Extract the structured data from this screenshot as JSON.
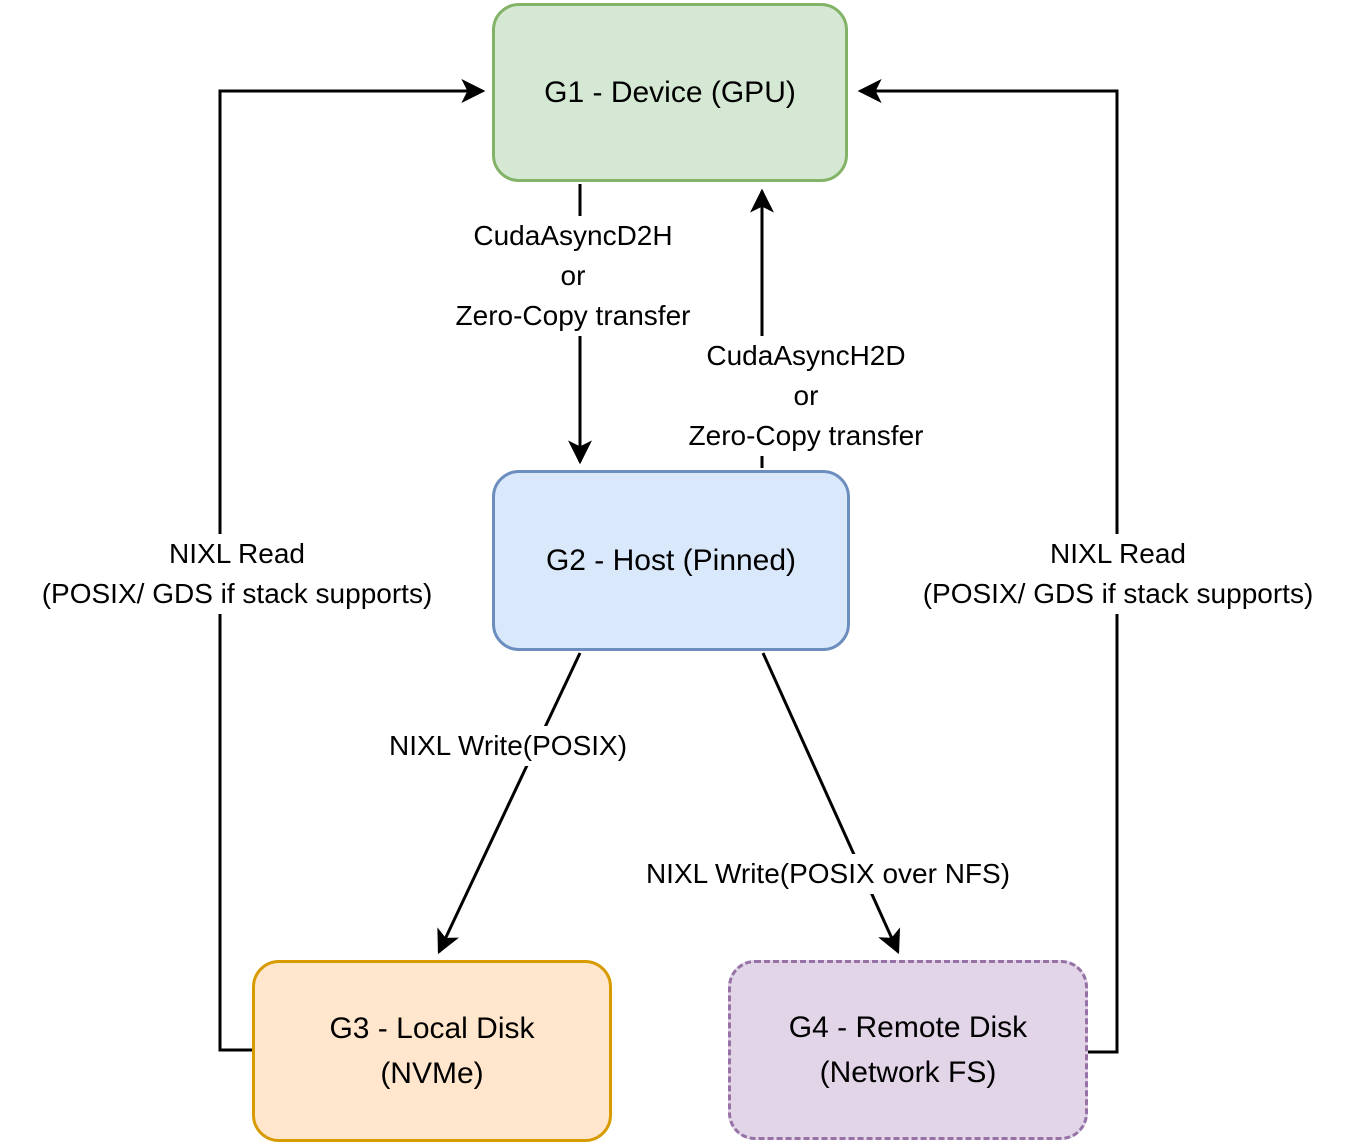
{
  "diagram": {
    "background_color": "#ffffff",
    "line_color": "#000000",
    "nodes": {
      "g1": {
        "label": "G1 - Device (GPU)",
        "fill": "#d5e8d4",
        "stroke": "#82b366",
        "border_style": "solid"
      },
      "g2": {
        "label": "G2 - Host (Pinned)",
        "fill": "#dae8fc",
        "stroke": "#6c8ebf",
        "border_style": "solid"
      },
      "g3": {
        "label_line1": "G3 - Local Disk",
        "label_line2": "(NVMe)",
        "fill": "#ffe6cc",
        "stroke": "#d79b00",
        "border_style": "solid"
      },
      "g4": {
        "label_line1": "G4 - Remote Disk",
        "label_line2": "(Network FS)",
        "fill": "#e1d5e7",
        "stroke": "#9673a6",
        "border_style": "dashed"
      }
    },
    "edges": {
      "g1_to_g2": {
        "from": "G1 - Device (GPU)",
        "to": "G2 - Host (Pinned)",
        "label_line1": "CudaAsyncD2H",
        "label_line2": "or",
        "label_line3": "Zero-Copy transfer"
      },
      "g2_to_g1": {
        "from": "G2 - Host (Pinned)",
        "to": "G1 - Device (GPU)",
        "label_line1": "CudaAsyncH2D",
        "label_line2": "or",
        "label_line3": "Zero-Copy transfer"
      },
      "g3_to_g1": {
        "from": "G3 - Local Disk (NVMe)",
        "to": "G1 - Device (GPU)",
        "label_line1": "NIXL Read",
        "label_line2": "(POSIX/ GDS if stack supports)"
      },
      "g4_to_g1": {
        "from": "G4 - Remote Disk (Network FS)",
        "to": "G1 - Device (GPU)",
        "label_line1": "NIXL Read",
        "label_line2": "(POSIX/ GDS if stack supports)"
      },
      "g2_to_g3": {
        "from": "G2 - Host (Pinned)",
        "to": "G3 - Local Disk (NVMe)",
        "label": "NIXL Write(POSIX)"
      },
      "g2_to_g4": {
        "from": "G2 - Host (Pinned)",
        "to": "G4 - Remote Disk (Network FS)",
        "label": "NIXL Write(POSIX over NFS)"
      }
    }
  }
}
